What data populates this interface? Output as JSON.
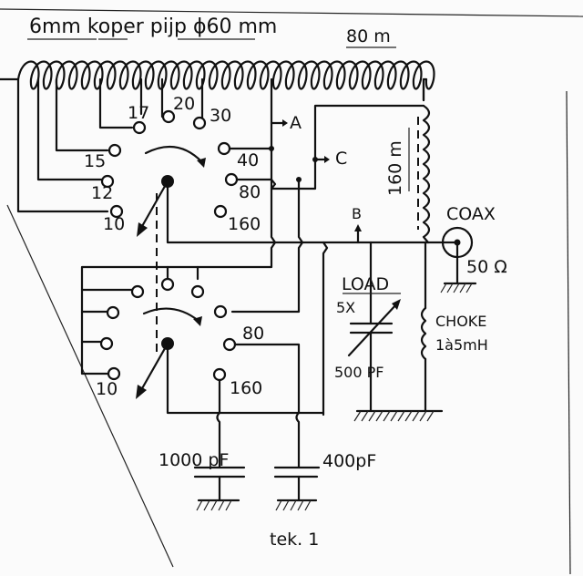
{
  "diagram": {
    "title": "6mm koper pijp ϕ60 mm",
    "caption": "tek. 1",
    "coil_main_label": "80 m",
    "coil_160_label": "160 m",
    "switch_top": {
      "taps": [
        "17",
        "20",
        "30",
        "15",
        "12",
        "10",
        "40",
        "80",
        "160"
      ]
    },
    "switch_bottom": {
      "taps": [
        "10",
        "80",
        "160"
      ]
    },
    "points": {
      "A": "A",
      "B": "B",
      "C": "C"
    },
    "coax": {
      "label": "COAX",
      "impedance": "50 Ω"
    },
    "load_cap": {
      "label": "LOAD",
      "mult": "5X",
      "value": "500 PF"
    },
    "choke": {
      "label": "CHOKE",
      "value": "1à5mH"
    },
    "cap_1000": "1000 pF",
    "cap_400": "400pF"
  }
}
